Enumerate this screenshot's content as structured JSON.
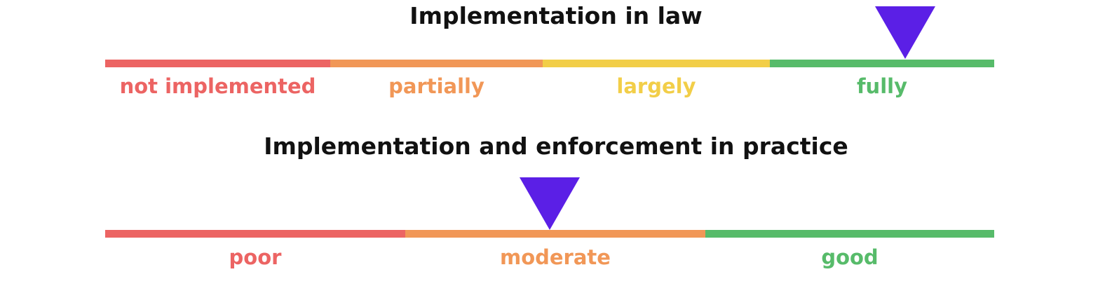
{
  "law": {
    "title": "Implementation in law",
    "marker_position": 0.9,
    "marker_color": "#5b1fe6",
    "segments": [
      {
        "label": "not implemented",
        "color": "#ec6463"
      },
      {
        "label": "partially",
        "color": "#f19757"
      },
      {
        "label": "largely",
        "color": "#f2ce48"
      },
      {
        "label": "fully",
        "color": "#57bb6a"
      }
    ]
  },
  "practice": {
    "title": "Implementation and enforcement in practice",
    "marker_position": 0.5,
    "marker_color": "#5b1fe6",
    "segments": [
      {
        "label": "poor",
        "color": "#ec6463"
      },
      {
        "label": "moderate",
        "color": "#f19757"
      },
      {
        "label": "good",
        "color": "#57bb6a"
      }
    ]
  }
}
